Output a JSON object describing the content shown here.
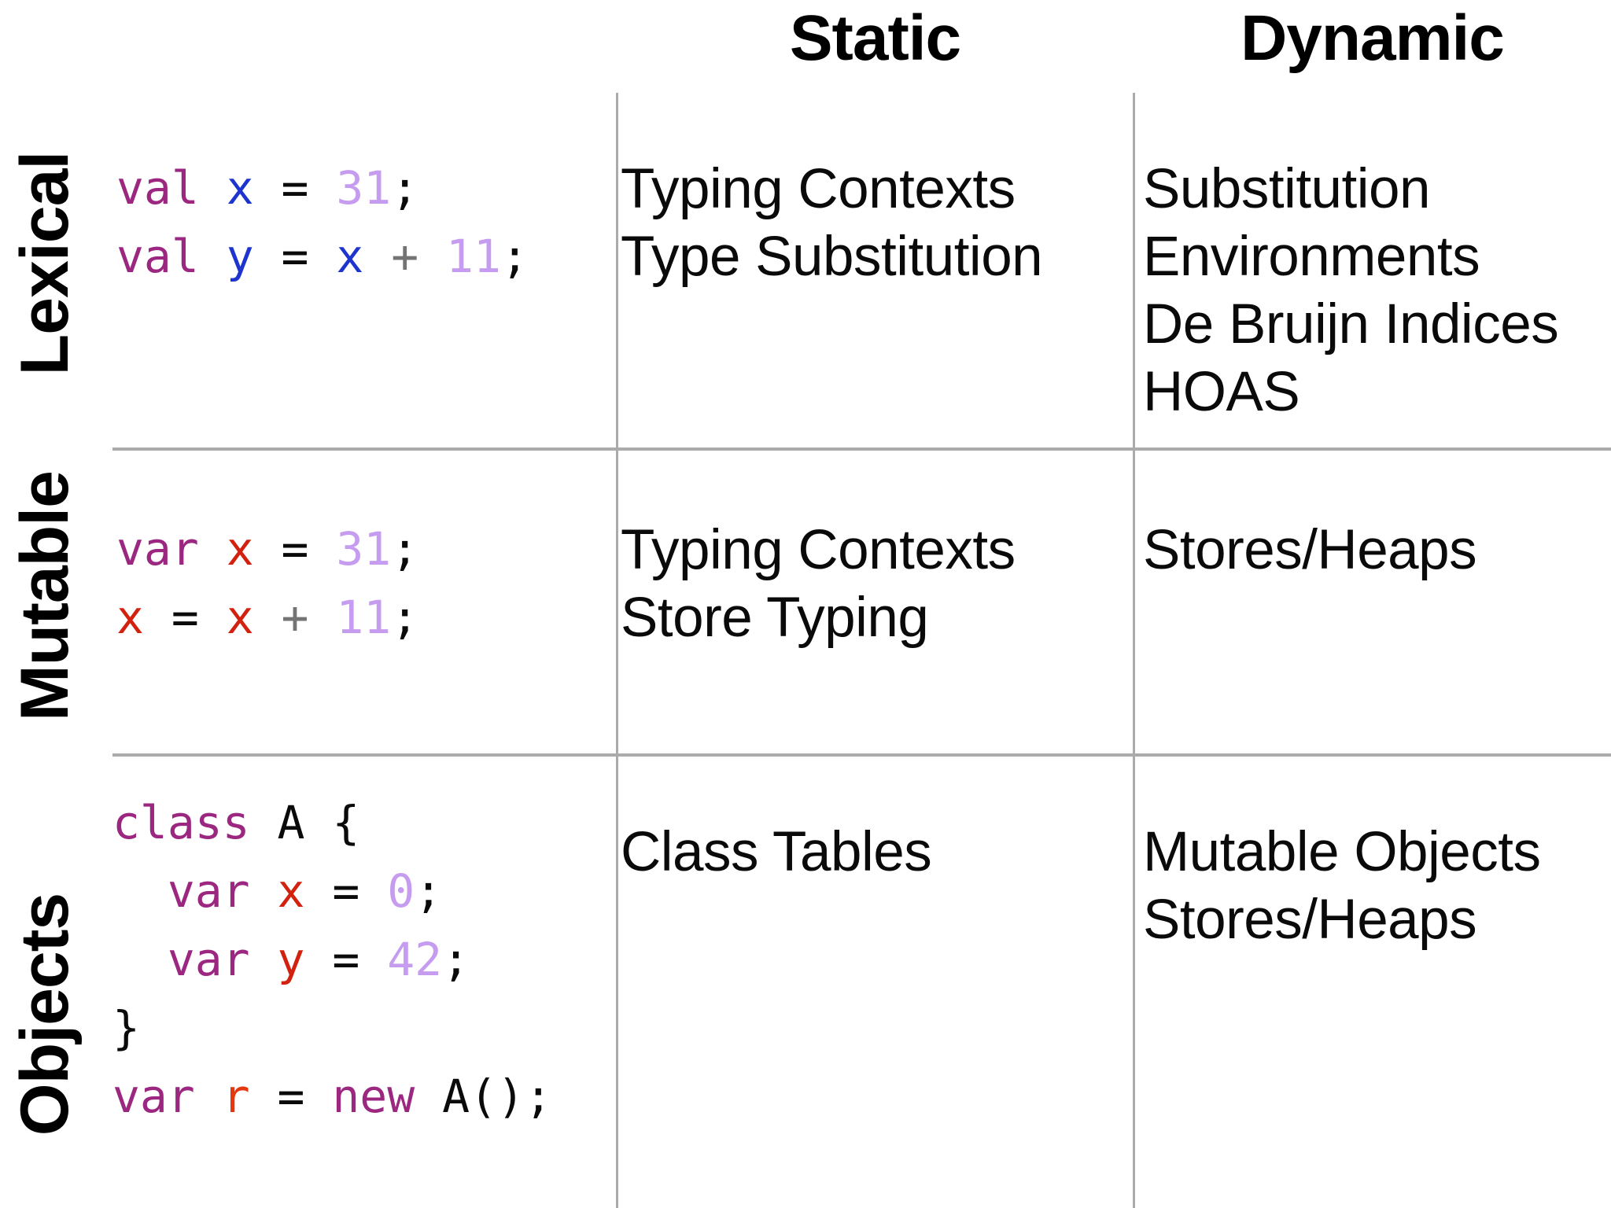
{
  "table": {
    "grid_color": "#ababab",
    "text_color": "#0a0a0a",
    "syntax_colors": {
      "keyword": "#9B2780",
      "var_lexical": "#1D35CE",
      "var_mutable": "#D2220F",
      "var_new_ref": "#E5370E",
      "number": "#C59CEF",
      "operator": "#747474",
      "plain": "#0A0A0A"
    },
    "columns": [
      {
        "key": "static",
        "label": "Static"
      },
      {
        "key": "dynamic",
        "label": "Dynamic"
      }
    ],
    "rows": [
      {
        "key": "lexical",
        "label": "Lexical",
        "code": [
          [
            [
              "val",
              "keyword"
            ],
            [
              " ",
              "plain"
            ],
            [
              "x",
              "var_lexical"
            ],
            [
              " ",
              "plain"
            ],
            [
              "=",
              "plain"
            ],
            [
              " ",
              "plain"
            ],
            [
              "31",
              "number"
            ],
            [
              ";",
              "plain"
            ]
          ],
          [
            [
              "val",
              "keyword"
            ],
            [
              " ",
              "plain"
            ],
            [
              "y",
              "var_lexical"
            ],
            [
              " ",
              "plain"
            ],
            [
              "=",
              "plain"
            ],
            [
              " ",
              "plain"
            ],
            [
              "x",
              "var_lexical"
            ],
            [
              " ",
              "plain"
            ],
            [
              "+",
              "operator"
            ],
            [
              " ",
              "plain"
            ],
            [
              "11",
              "number"
            ],
            [
              ";",
              "plain"
            ]
          ]
        ],
        "static_items": [
          "Typing Contexts",
          "Type Substitution"
        ],
        "dynamic_items": [
          "Substitution",
          "Environments",
          "De Bruijn Indices",
          "HOAS"
        ]
      },
      {
        "key": "mutable",
        "label": "Mutable",
        "code": [
          [
            [
              "var",
              "keyword"
            ],
            [
              " ",
              "plain"
            ],
            [
              "x",
              "var_mutable"
            ],
            [
              " ",
              "plain"
            ],
            [
              "=",
              "plain"
            ],
            [
              " ",
              "plain"
            ],
            [
              "31",
              "number"
            ],
            [
              ";",
              "plain"
            ]
          ],
          [
            [
              "x",
              "var_mutable"
            ],
            [
              " ",
              "plain"
            ],
            [
              "=",
              "plain"
            ],
            [
              " ",
              "plain"
            ],
            [
              "x",
              "var_mutable"
            ],
            [
              " ",
              "plain"
            ],
            [
              "+",
              "operator"
            ],
            [
              " ",
              "plain"
            ],
            [
              "11",
              "number"
            ],
            [
              ";",
              "plain"
            ]
          ]
        ],
        "static_items": [
          "Typing Contexts",
          "Store Typing"
        ],
        "dynamic_items": [
          "Stores/Heaps"
        ]
      },
      {
        "key": "objects",
        "label": "Objects",
        "code": [
          [
            [
              "class",
              "keyword"
            ],
            [
              " ",
              "plain"
            ],
            [
              "A {",
              "plain"
            ]
          ],
          [
            [
              "  ",
              "plain"
            ],
            [
              "var",
              "keyword"
            ],
            [
              " ",
              "plain"
            ],
            [
              "x",
              "var_mutable"
            ],
            [
              " ",
              "plain"
            ],
            [
              "=",
              "plain"
            ],
            [
              " ",
              "plain"
            ],
            [
              "0",
              "number"
            ],
            [
              ";",
              "plain"
            ]
          ],
          [
            [
              "  ",
              "plain"
            ],
            [
              "var",
              "keyword"
            ],
            [
              " ",
              "plain"
            ],
            [
              "y",
              "var_mutable"
            ],
            [
              " ",
              "plain"
            ],
            [
              "=",
              "plain"
            ],
            [
              " ",
              "plain"
            ],
            [
              "42",
              "number"
            ],
            [
              ";",
              "plain"
            ]
          ],
          [
            [
              "}",
              "plain"
            ]
          ],
          [
            [
              "var",
              "keyword"
            ],
            [
              " ",
              "plain"
            ],
            [
              "r",
              "var_new_ref"
            ],
            [
              " ",
              "plain"
            ],
            [
              "=",
              "plain"
            ],
            [
              " ",
              "plain"
            ],
            [
              "new",
              "keyword"
            ],
            [
              " ",
              "plain"
            ],
            [
              "A();",
              "plain"
            ]
          ]
        ],
        "static_items": [
          "Class Tables"
        ],
        "dynamic_items": [
          "Mutable Objects",
          "Stores/Heaps"
        ]
      }
    ]
  }
}
